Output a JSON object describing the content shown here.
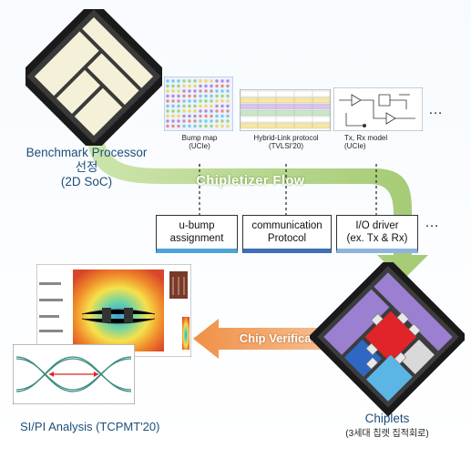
{
  "processor": {
    "line1": "Benchmark Processor",
    "line2": "선정",
    "line3": "(2D SoC)"
  },
  "thumbs": [
    {
      "line1": "Bump map",
      "line2": "(UCIe)"
    },
    {
      "line1": "Hybrid-Link protocol",
      "line2": "(TVLSI'20)"
    },
    {
      "line1": "Tx, Rx model",
      "line2": "(UCIe)"
    }
  ],
  "ellipsis": "…",
  "flow_label": "Chipletizer Flow",
  "boxes": [
    {
      "line1": "u-bump",
      "line2": "assignment",
      "color": "#4ea3d8"
    },
    {
      "line1": "communication",
      "line2": "Protocol",
      "color": "#3f6fb5"
    },
    {
      "line1": "I/O driver",
      "line2": "(ex. Tx & Rx)",
      "color": "#8fb4dc"
    }
  ],
  "verify_label": "Chip Verification",
  "sipi_label": "SI/PI Analysis (TCPMT'20)",
  "chiplets": {
    "line1": "Chiplets",
    "line2": "(3세대 칩렛 집적회로)"
  },
  "colors": {
    "green_arrow": "#a9cf72",
    "orange_arrow": "#f29a52",
    "title_blue": "#1f4e79"
  }
}
